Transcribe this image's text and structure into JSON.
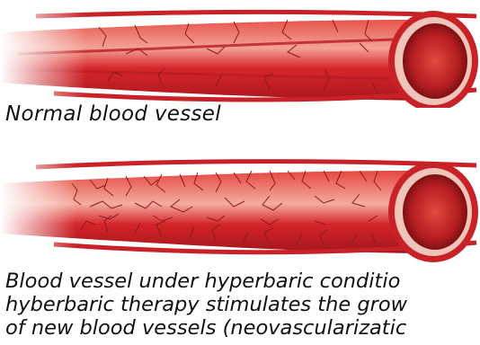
{
  "captions": {
    "normal": "Normal blood vessel",
    "hyperbaric": [
      "Blood vessel under hyperbaric conditio",
      "hyberbaric therapy stimulates the grow",
      "of new blood vessels (neovascularizatic"
    ]
  },
  "colors": {
    "vessel_red": "#d8262b",
    "vessel_dark": "#8f1418",
    "vessel_highlight": "#f2a39a",
    "lumen": "#b61e22",
    "capillary": "#8e1a1c"
  }
}
